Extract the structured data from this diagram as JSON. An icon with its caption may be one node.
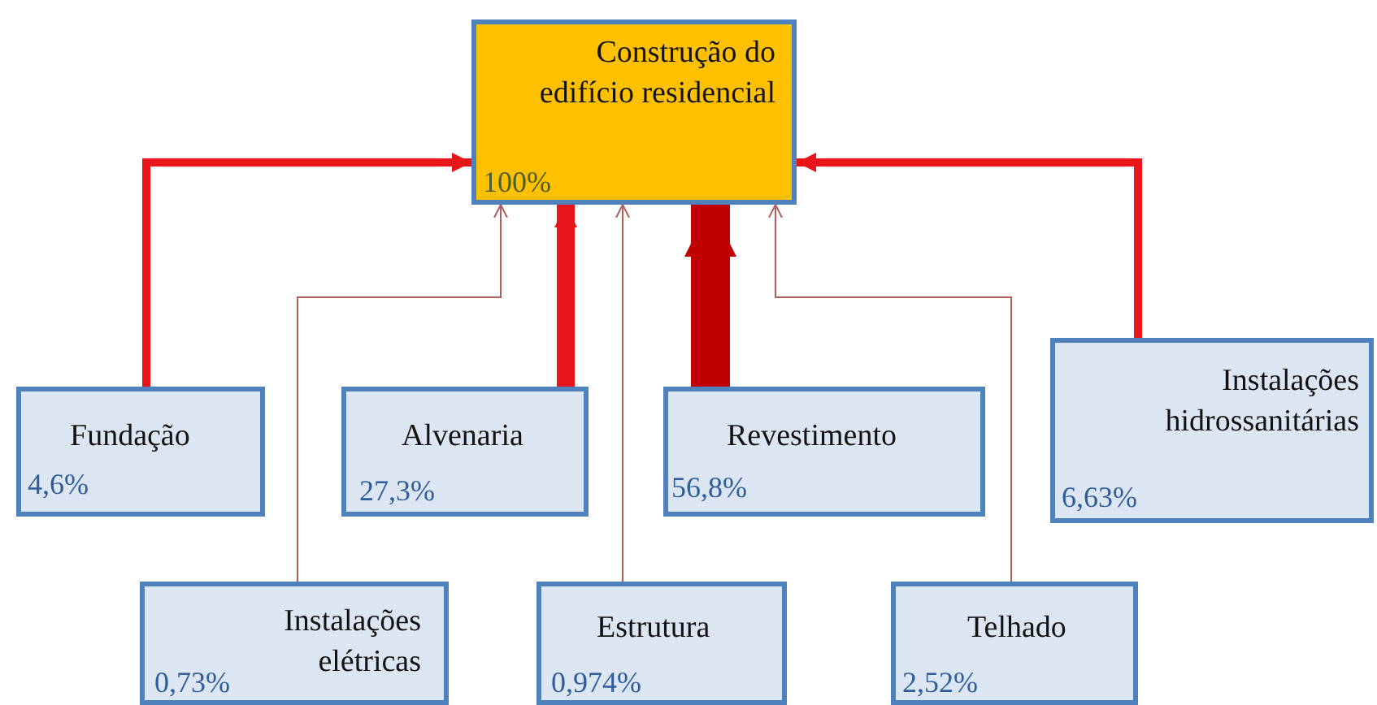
{
  "diagram": {
    "nodes": [
      {
        "text": [
          "Construção do edifício residencial",
          "100%"
        ]
      },
      {
        "text": [
          "Fundação",
          "4,6%"
        ]
      },
      {
        "text": [
          "Alvenaria",
          "27,3%"
        ]
      },
      {
        "text": [
          "Revestimento",
          "56,8%"
        ]
      },
      {
        "text": [
          "Instalações hidrossanitárias",
          "6,63%"
        ]
      },
      {
        "text": [
          "Instalações elétricas",
          "0,73%"
        ]
      },
      {
        "text": [
          "Estrutura",
          "0,974%"
        ]
      },
      {
        "text": [
          "Telhado",
          "2,52%"
        ]
      }
    ],
    "edges": [
      {
        "from": 1,
        "to": 0,
        "arrow": "to",
        "color": "#e8161b"
      },
      {
        "from": 2,
        "to": 0,
        "arrow": "to",
        "style": "thick"
      },
      {
        "from": 3,
        "to": 0,
        "arrow": "to",
        "style": "thick"
      },
      {
        "from": 4,
        "to": 0,
        "arrow": "to",
        "color": "#e8161b"
      },
      {
        "from": 5,
        "to": 0,
        "arrow": "to",
        "color": "#b0605a"
      },
      {
        "from": 6,
        "to": 0,
        "arrow": "to",
        "color": "#b0605a"
      },
      {
        "from": 7,
        "to": 0,
        "arrow": "to",
        "color": "#b0605a"
      }
    ]
  }
}
